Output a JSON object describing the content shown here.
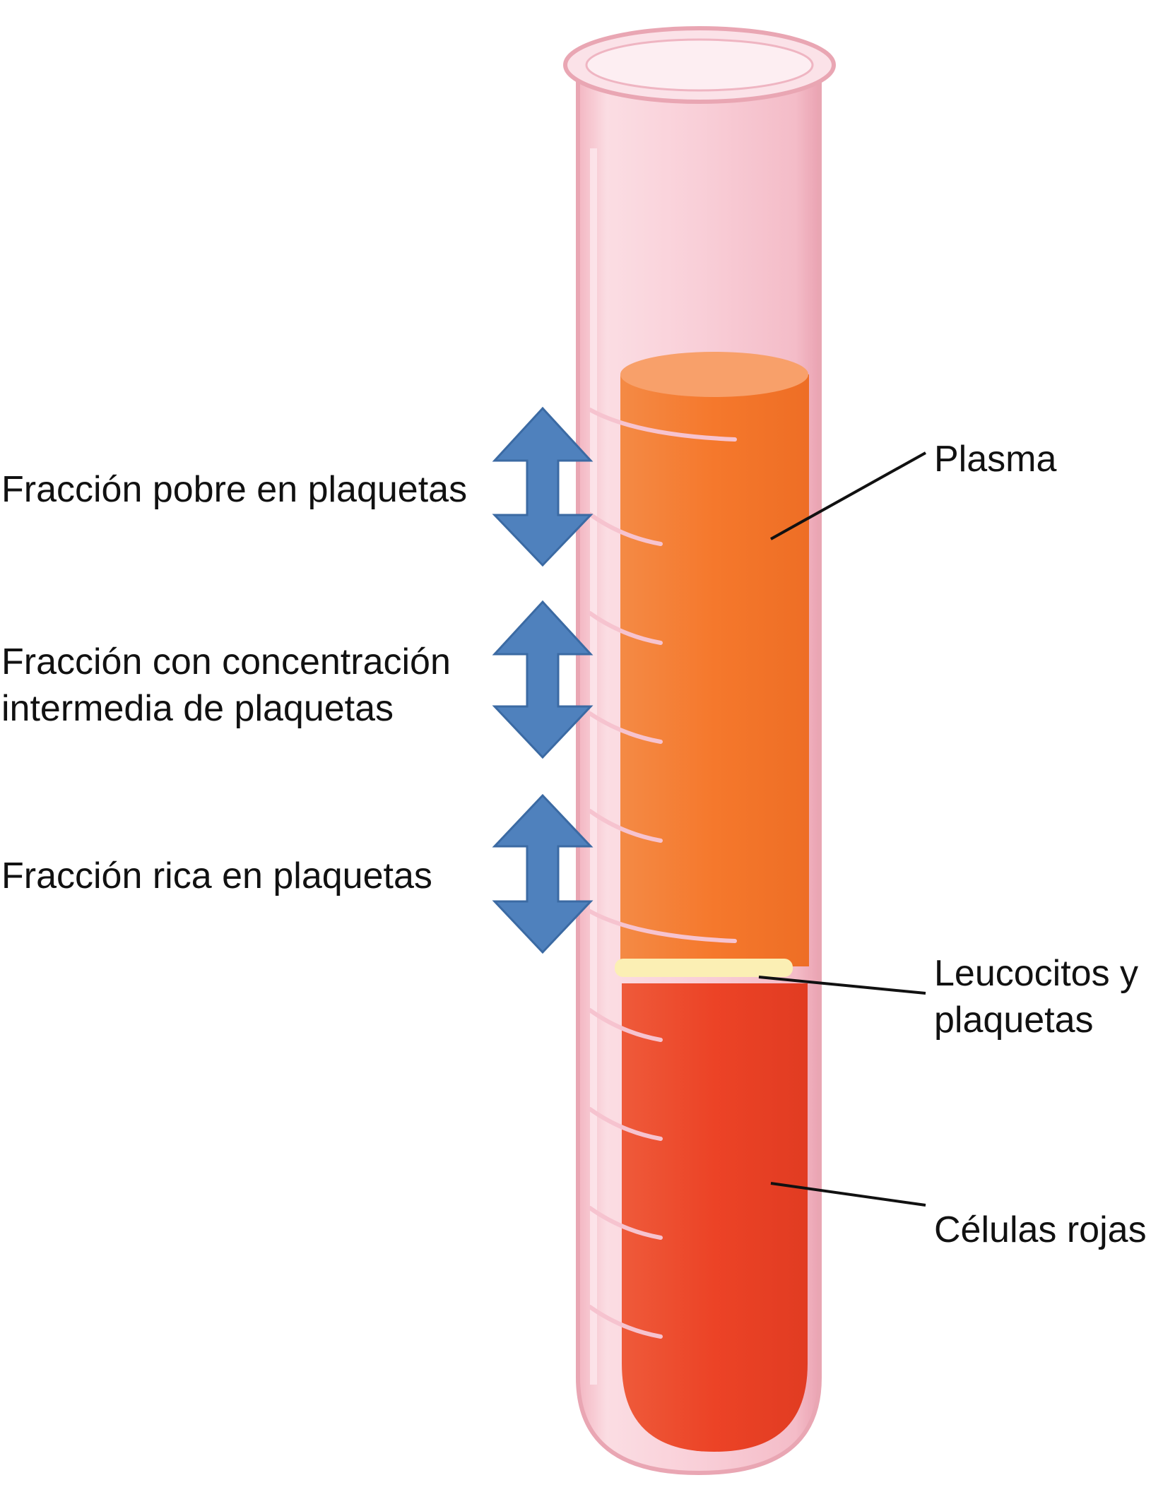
{
  "labels": {
    "poor_fraction": "Fracción pobre en plaquetas",
    "intermediate_fraction": [
      "Fracción con concentración",
      "intermedia de plaquetas"
    ],
    "rich_fraction": "Fracción rica en plaquetas",
    "plasma": "Plasma",
    "leukocytes_platelets": [
      "Leucocitos y",
      "plaquetas"
    ],
    "red_cells": "Células rojas"
  },
  "colors": {
    "glass": "#f7c7cf",
    "glass_edge": "#e9a6b3",
    "plasma": "#f5782c",
    "buffy_coat": "#fbefb4",
    "red_cells": "#ec4326",
    "arrow": "#4f81bd",
    "arrow_edge": "#3b6aa3",
    "leader_line": "#111111"
  },
  "icons": {
    "fraction_arrow": "double-vertical-arrow-icon"
  }
}
